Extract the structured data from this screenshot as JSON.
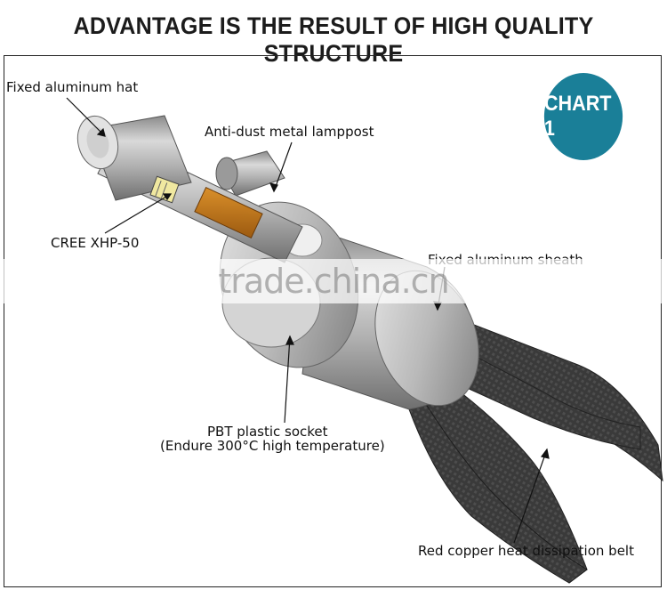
{
  "title": "ADVANTAGE IS THE RESULT OF HIGH QUALITY STRUCTURE",
  "badge": "CHART 1",
  "callouts": {
    "hat": "Fixed aluminum hat",
    "lamppost": "Anti-dust metal lamppost",
    "led": "CREE XHP-50",
    "sheath": "Fixed aluminum sheath",
    "socket_line1": "PBT plastic socket",
    "socket_line2": "(Endure 300°C high temperature)",
    "belt": "Red copper heat dissipation belt"
  },
  "watermark": "trade.china.cn",
  "colors": {
    "badge": "#1a7f98",
    "metal": "#b7b7b7",
    "copper_pad": "#c07a1c",
    "belt": "#3a3a3a"
  }
}
